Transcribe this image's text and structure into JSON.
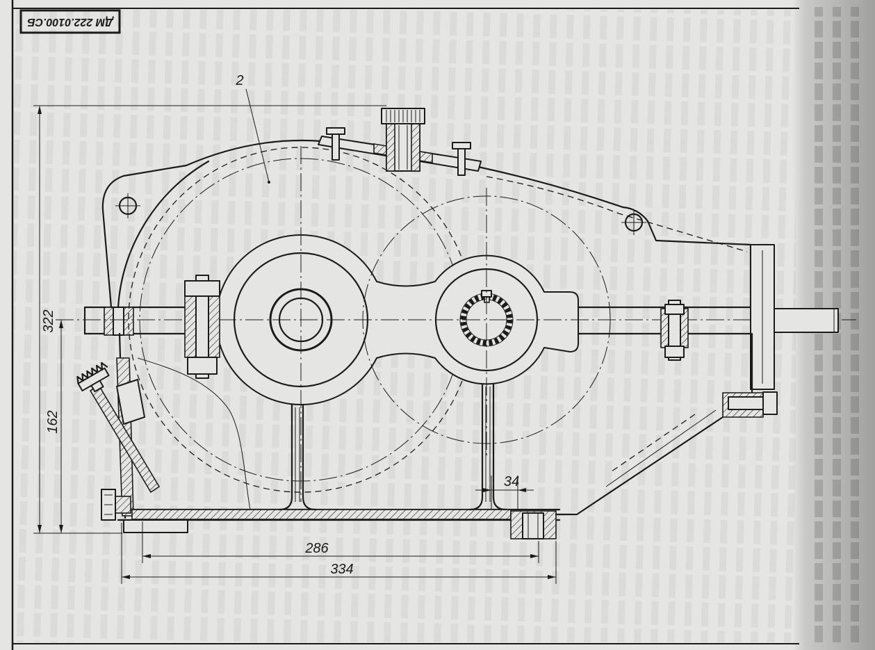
{
  "drawing": {
    "designation": "ДМ 222.0100.СБ",
    "callout": "2"
  },
  "dimensions": {
    "overall_height": "322",
    "axis_height": "162",
    "foot_width": "34",
    "hole_spacing": "286",
    "base_length": "334"
  },
  "colors": {
    "paper": "#e5e5e3",
    "ink": "#1b1b1b",
    "margin_shadow": "#a9a9a7"
  }
}
